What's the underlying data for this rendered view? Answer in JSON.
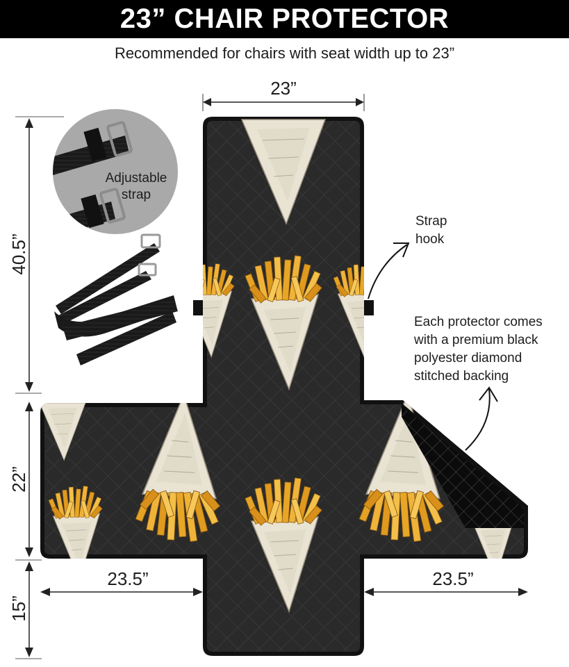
{
  "header": {
    "title": "23” CHAIR PROTECTOR"
  },
  "subtitle": "Recommended for chairs with seat width up to 23”",
  "dimensions": {
    "top_width": "23”",
    "back_height": "40.5”",
    "seat_depth": "22”",
    "front_flap": "15”",
    "left_arm": "23.5”",
    "right_arm": "23.5”"
  },
  "callouts": {
    "strap_label_line1": "Adjustable",
    "strap_label_line2": "strap",
    "hook_label_line1": "Strap",
    "hook_label_line2": "hook",
    "backing_line1": "Each protector comes",
    "backing_line2": "with a premium black",
    "backing_line3": "polyester diamond",
    "backing_line4": "stitched backing"
  },
  "colors": {
    "fabric": "#2a2a2a",
    "cone": "#e8e2d2",
    "fries": "#e8a626",
    "inset_circle": "#a9a9a9",
    "banner": "#000000"
  },
  "pattern": "french fries in paper cones"
}
